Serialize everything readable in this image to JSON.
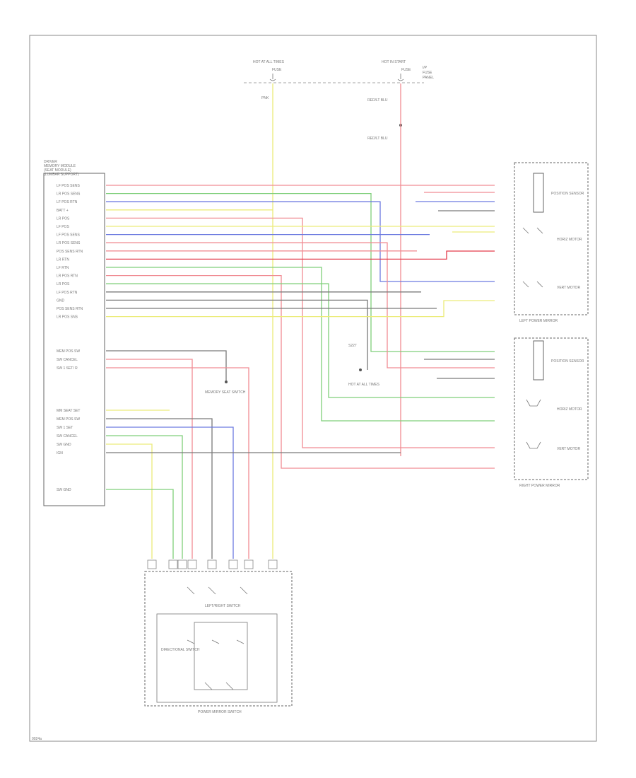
{
  "module": {
    "label_lines": [
      "DRIVER",
      "MEMORY MODULE",
      "(SEAT MODULE)",
      "(LUMBAR SUPPORT)"
    ],
    "left_pins": [
      "LF POS SENS",
      "LR POS SENS",
      "LF POS RTN",
      "BATT +",
      "LR POS",
      "LF POS",
      "LF POS SENS",
      "LR POS SENS",
      "POS SENS RTN",
      "LR RTN",
      "LF RTN",
      "LR POS RTN",
      "LR POS",
      "LF POS RTN",
      "GND",
      "POS SENS RTN",
      "LR POS SNS",
      "MEM POS SW",
      "SW CANCEL",
      "SW 1 SET/ R",
      "MM SEAT SET",
      "MEM POS SW",
      "SW 1 SET",
      "SW CANCEL",
      "SW GND",
      "IGN",
      "SW GND"
    ]
  },
  "fuses": {
    "left_label": "HOT AT ALL TIMES",
    "right_label": "HOT IN START",
    "left_fuse": "FUSE",
    "right_fuse": "FUSE",
    "side_note": [
      "I/P",
      "FUSE",
      "PANEL"
    ],
    "left_wire": "PNK",
    "right_wire_1": "RED/LT BLU",
    "right_wire_2": "RED/LT BLU"
  },
  "components": {
    "left_motor": "LEFT POWER MIRROR",
    "right_motor": "RIGHT POWER MIRROR",
    "position_sensor_1": "POSITION SENSOR",
    "position_sensor_2": "POSITION SENSOR",
    "horiz_motor_1": "HORIZ MOTOR",
    "vert_motor_1": "VERT MOTOR",
    "horiz_motor_2": "HORIZ MOTOR",
    "vert_motor_2": "VERT MOTOR",
    "memory_switch": "MEMORY SEAT SWITCH",
    "splice": "S227",
    "junction": "HOT AT ALL TIMES",
    "bottom_switch": "POWER MIRROR SWITCH",
    "left_right_switch": "LEFT/RIGHT SWITCH",
    "directional_switch": "DIRECTIONAL SWITCH",
    "footer": "0024a"
  },
  "colors": {
    "red": "#f08c93",
    "green": "#7fcf7a",
    "blue": "#6c7ae0",
    "yellow": "#ecec7a",
    "gray": "#7a7a7a",
    "dark_red": "#e33a4a"
  }
}
